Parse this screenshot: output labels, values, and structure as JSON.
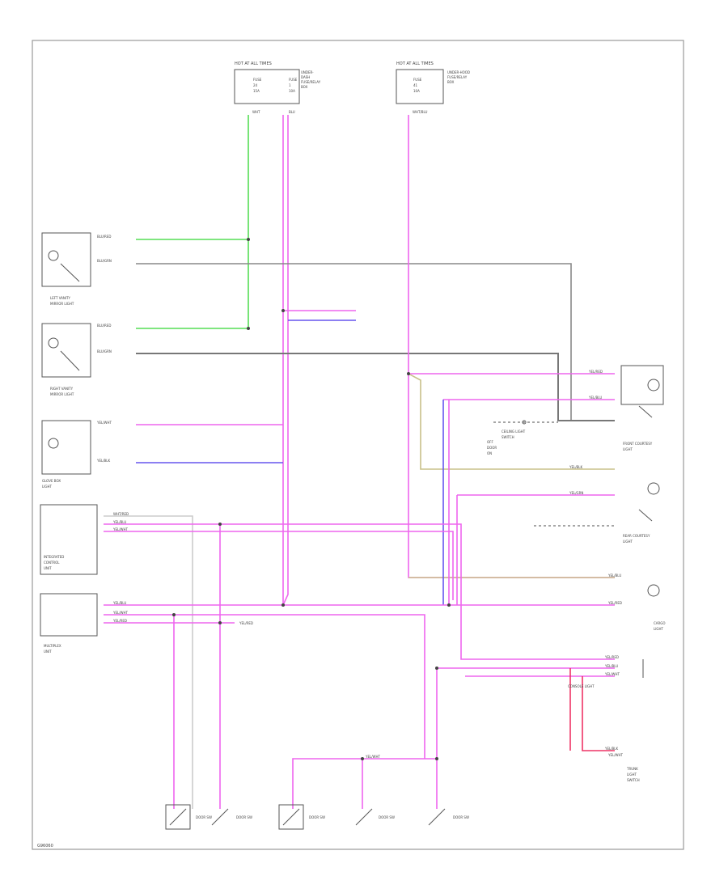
{
  "diagram": {
    "footer_code": "G96060",
    "colors": {
      "frame": "#9a9a9a",
      "component": "#555555",
      "pink": "#ee66ee",
      "green": "#55dd55",
      "violet": "#6655ee",
      "gray": "#888888",
      "tan": "#c8c088",
      "red": "#ee3366",
      "label": "#555555"
    },
    "fuse_block_a": {
      "title": "HOT AT ALL TIMES",
      "left_fuse": [
        "FUSE",
        "24",
        "15A"
      ],
      "right_fuse": [
        "FUSE",
        "1",
        "10A"
      ],
      "note": [
        "UNDER-",
        "DASH",
        "FUSE/RELAY",
        "BOX"
      ],
      "wire_tags": [
        "WHT",
        "BLU"
      ]
    },
    "fuse_block_b": {
      "title": "HOT AT ALL TIMES",
      "fuse": [
        "FUSE",
        "41",
        "10A"
      ],
      "note": [
        "UNDER-HOOD",
        "FUSE/RELAY",
        "BOX"
      ],
      "wire_tags": [
        "WHT/BLU"
      ]
    },
    "components": {
      "left_vanity_lamp": [
        "LEFT VANITY",
        "MIRROR LIGHT"
      ],
      "right_vanity_lamp": [
        "RIGHT VANITY",
        "MIRROR LIGHT"
      ],
      "glove_box_lamp": [
        "GLOVE BOX",
        "LIGHT"
      ],
      "timer_unit": [
        "INTEGRATED",
        "CONTROL",
        "UNIT"
      ],
      "multiplex_unit": [
        "MULTIPLEX",
        "UNIT"
      ],
      "front_courtesy_lamp": [
        "FRONT COURTESY",
        "LIGHT"
      ],
      "rear_courtesy_lamp": [
        "REAR COURTESY",
        "LIGHT"
      ],
      "cargo_lamp": [
        "CARGO",
        "LIGHT"
      ],
      "ceiling_light_switch": [
        "CEILING LIGHT",
        "SWITCH"
      ],
      "console_light": [
        "CONSOLE LIGHT"
      ],
      "trunk_lamp_switch": [
        "TRUNK",
        "LIGHT",
        "SWITCH"
      ],
      "door_switches": [
        "DOOR SW",
        "DOOR SW",
        "DOOR SW",
        "DOOR SW",
        "DOOR SW"
      ]
    },
    "wire_labels": {
      "lvm_1": "BLU/RED",
      "lvm_2": "BLU/GRN",
      "rvm_1": "BLU/RED",
      "rvm_2": "BLU/GRN",
      "gb_1": "YEL/WHT",
      "gb_2": "YEL/BLK",
      "icu_1": "WHT/RED",
      "icu_2": "YEL/BLU",
      "icu_3": "YEL/WHT",
      "mpx_1": "YEL/BLU",
      "mpx_2": "YEL/WHT",
      "mpx_3": "YEL/RED",
      "key_light": "YEL/RED",
      "front_1": "YEL/RED",
      "front_2": "YEL/BLU",
      "rear_1": "YEL/BLK",
      "rear_2": "YEL/GRN",
      "cargo_1": "YEL/BLU",
      "cargo_2": "YEL/RED",
      "console_1": "YEL/RED",
      "console_2": "YEL/BLU",
      "console_3": "YEL/WHT",
      "console_4": "YEL/BLK",
      "trunk_1": "YEL/WHT",
      "door_bus": "YEL/WHT",
      "switch_off": "OFF",
      "switch_door": "DOOR",
      "switch_on": "ON"
    }
  }
}
